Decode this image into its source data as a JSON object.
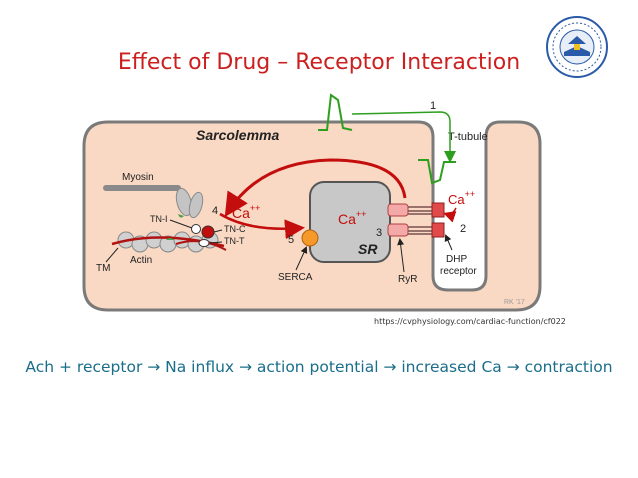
{
  "title": "Effect of Drug – Receptor Interaction",
  "caption": "Ach + receptor → Na influx → action potential → increased Ca → contraction",
  "source": "https://cvphysiology.com/cardiac-function/cf022",
  "diagram": {
    "sarcolemma": "Sarcolemma",
    "t_tubule": "T-tubule",
    "myosin": "Myosin",
    "actin": "Actin",
    "tm": "TM",
    "tn_i": "TN-I",
    "tn_c": "TN-C",
    "tn_t": "TN-T",
    "ca_left": "Ca",
    "ca_sr": "Ca",
    "ca_right": "Ca",
    "ca_superscript": "++",
    "sr": "SR",
    "serca": "SERCA",
    "ryr": "RyR",
    "dhp_line1": "DHP",
    "dhp_line2": "receptor",
    "step1": "1",
    "step2": "2",
    "step3": "3",
    "step4": "4",
    "step5": "5",
    "signature": "RK '17"
  },
  "colors": {
    "title": "#cc1f1f",
    "caption": "#1a6e8a",
    "cell": "#f9d9c4",
    "calcium_arrow": "#c40d0d",
    "action_potential": "#2e9e1f",
    "sr": "#c8c8c8"
  }
}
